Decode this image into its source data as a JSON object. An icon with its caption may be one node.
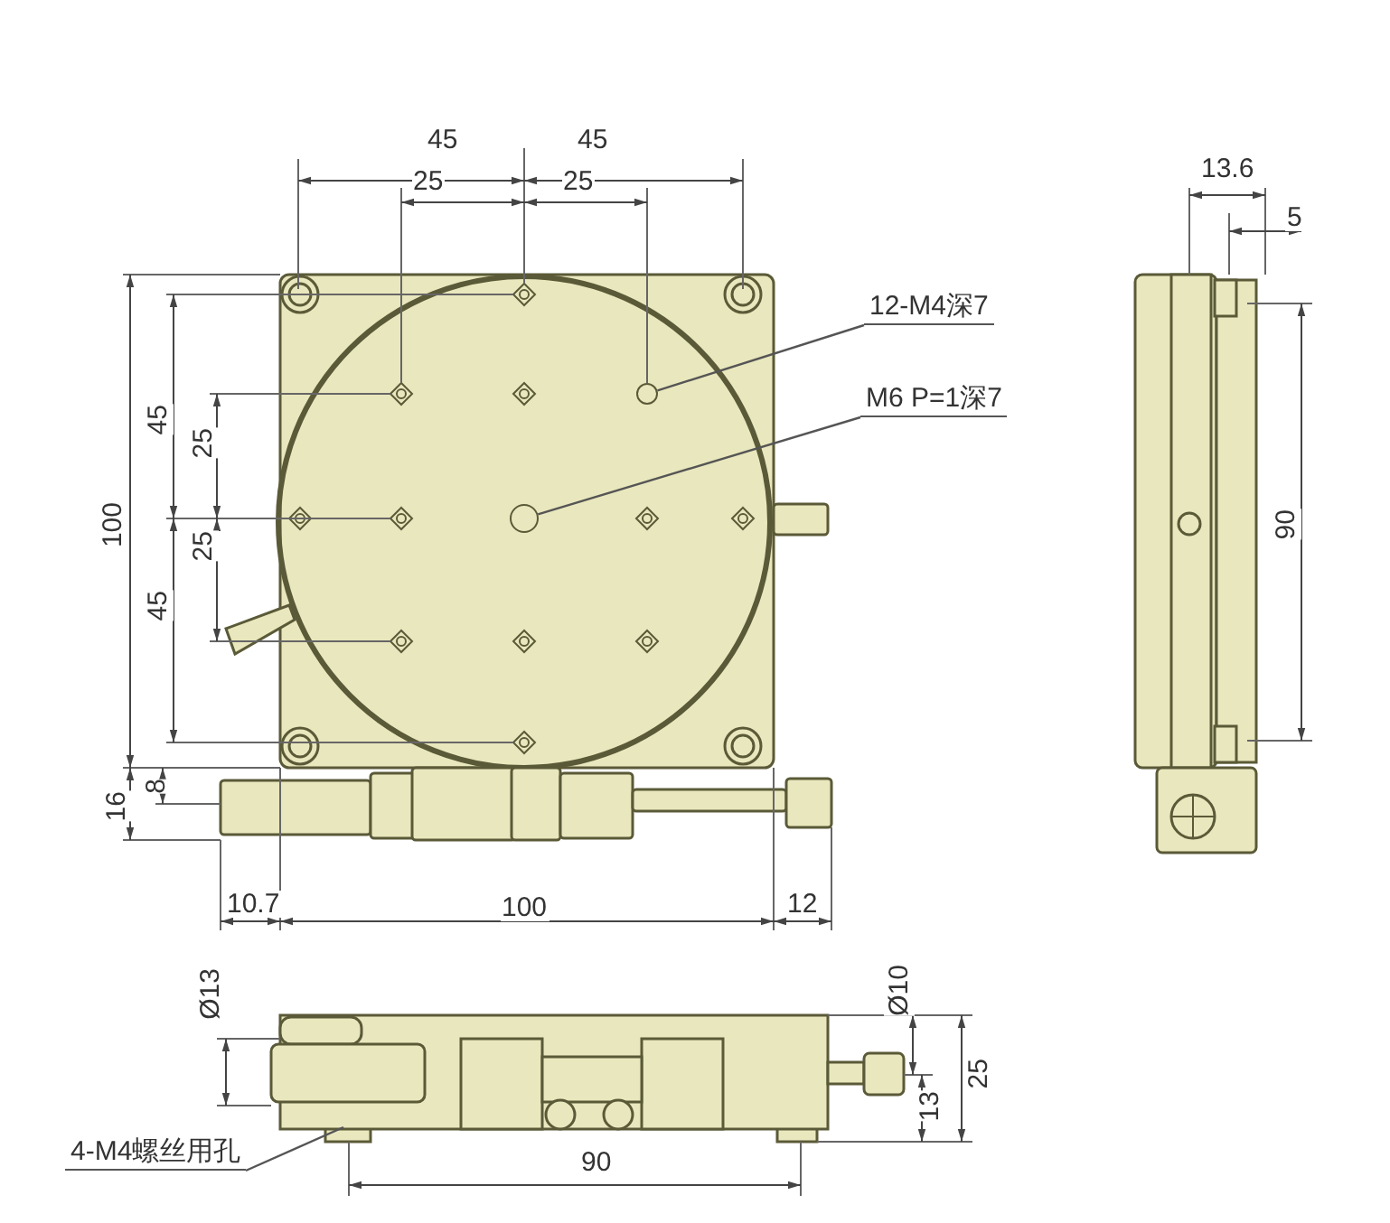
{
  "diagram": {
    "nodes": [
      {
        "text": [
          "12-M4深7"
        ]
      },
      {
        "text": [],
        "shape": "circle"
      },
      {
        "text": [
          "M6 P=1深7"
        ]
      },
      {
        "text": [],
        "shape": "circle"
      },
      {
        "text": [
          "4-M4螺丝用孔"
        ]
      }
    ],
    "edges": [
      {
        "from": 0,
        "to": 1,
        "arrow": "none"
      },
      {
        "from": 2,
        "to": 3,
        "arrow": "none"
      },
      {
        "from": 4,
        "to": null,
        "arrow": "none"
      }
    ],
    "labels": [
      "45",
      "45",
      "25",
      "25",
      "13.6",
      "5",
      "45",
      "25",
      "100",
      "25",
      "45",
      "90",
      "8",
      "16",
      "10.7",
      "100",
      "12",
      "Ø13",
      "Ø10",
      "25",
      "13",
      "90"
    ]
  }
}
